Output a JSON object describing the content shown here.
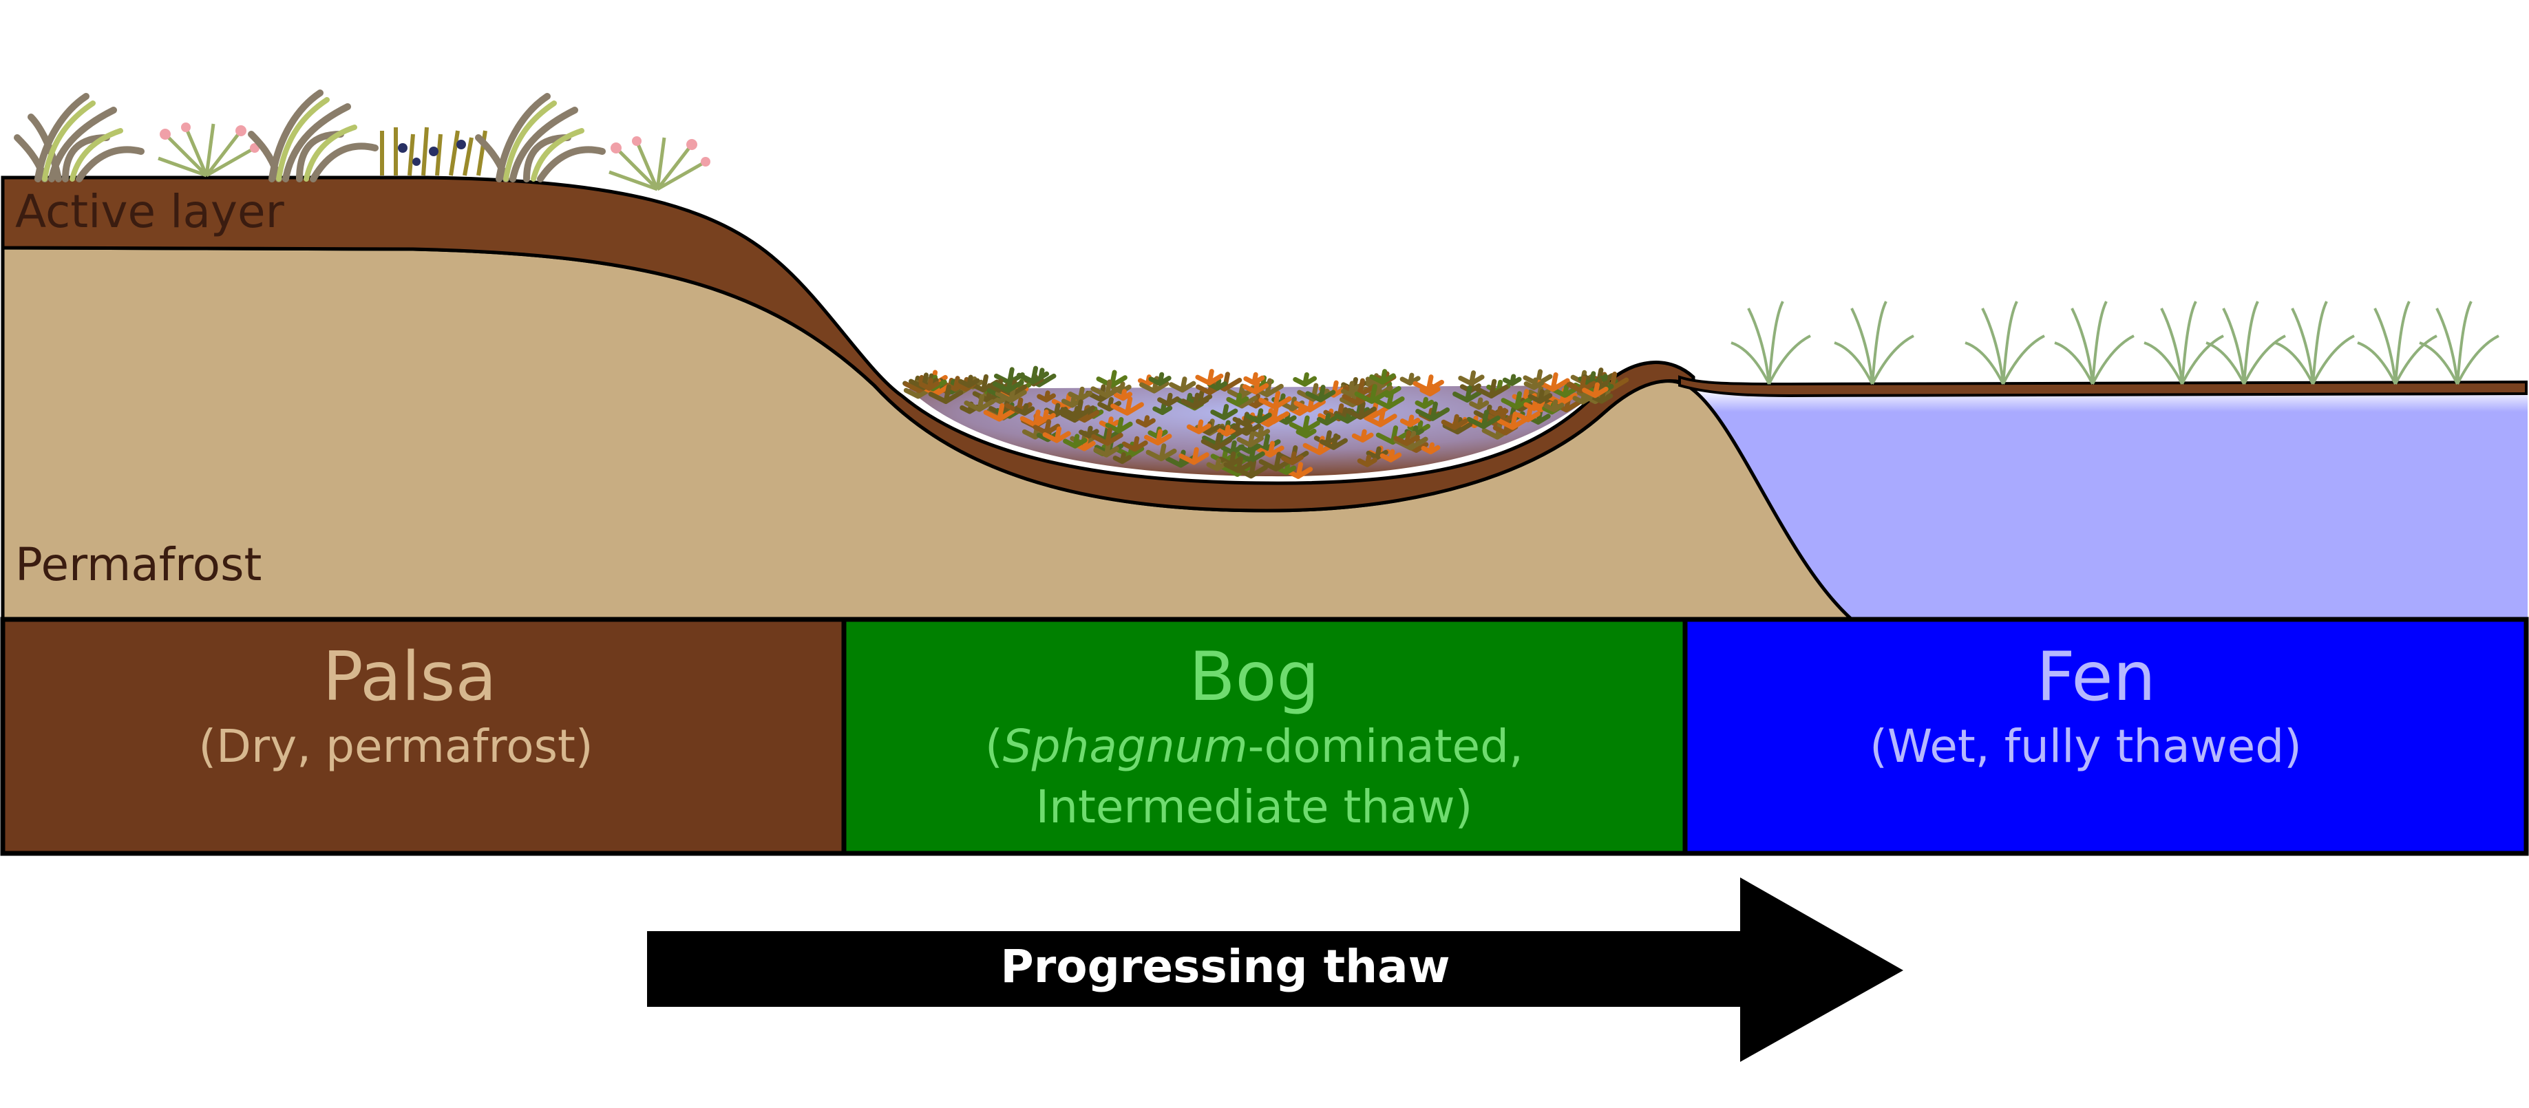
{
  "labels": {
    "active_layer": "Active layer",
    "permafrost": "Permafrost"
  },
  "zones": [
    {
      "name": "Palsa",
      "line1": "(Dry, permafrost)",
      "line2": ""
    },
    {
      "name": "Bog",
      "line1_pre": "(",
      "line1_italic": "Sphagnum",
      "line1_post": "-dominated,",
      "line2": "Intermediate thaw)"
    },
    {
      "name": "Fen",
      "line1": "(Wet, fully thawed)",
      "line2": ""
    }
  ],
  "arrow": {
    "label": "Progressing thaw"
  },
  "colors": {
    "soil_dark": "#78411f",
    "permafrost": "#c8ad82",
    "water": "#a9aaff",
    "palsa_box": "#6f3a1c",
    "palsa_text": "#d7b88f",
    "bog_box": "#008000",
    "bog_text": "#6fdc6f",
    "fen_box": "#0000ff",
    "fen_text": "#b6b8ff"
  },
  "icons": [
    "grass-tuft-icon",
    "shrub-flower-icon",
    "berry-shrub-icon",
    "sphagnum-moss-icon",
    "sedge-icon"
  ]
}
